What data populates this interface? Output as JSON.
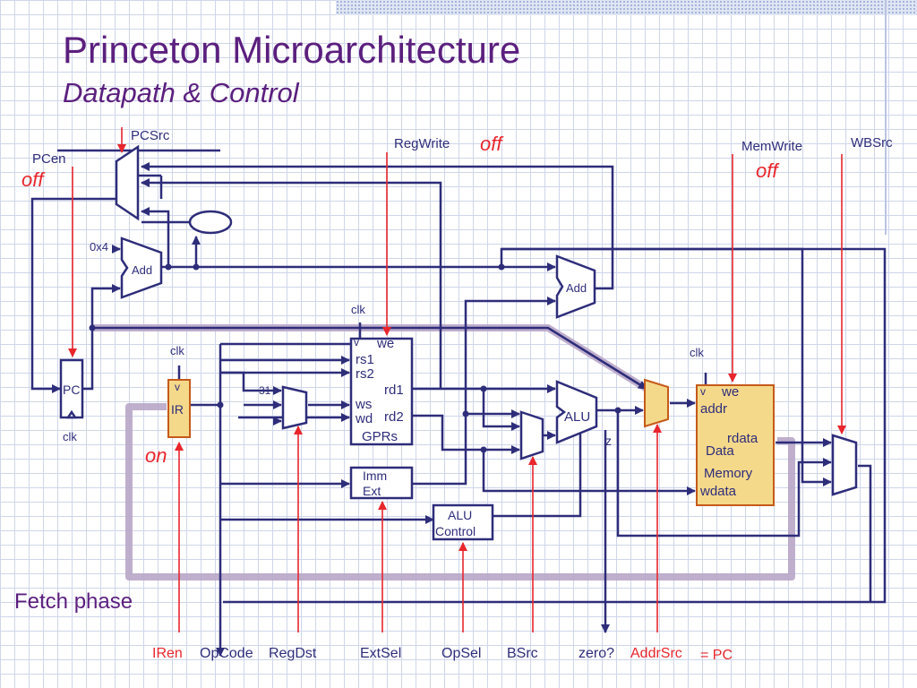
{
  "title": "Princeton Microarchitecture",
  "subtitle": "Datapath & Control",
  "phase_label": "Fetch phase",
  "colors": {
    "wire": "#2e2d7a",
    "control": "#e8262c",
    "highlight_block": "#f5d98a",
    "title": "#5b1f7e",
    "highlight_path": "#b8a6c8"
  },
  "signals": {
    "pcsrc": "PCSrc",
    "pcen": "PCen",
    "pcen_state": "off",
    "regwrite": "RegWrite",
    "regwrite_state": "off",
    "memwrite": "MemWrite",
    "memwrite_state": "off",
    "wbsrc": "WBSrc",
    "iren_state": "on"
  },
  "labels": {
    "const4": "0x4",
    "add": "Add",
    "add2": "Add",
    "pc": "PC",
    "ir": "IR",
    "ir_v": "v",
    "clk": "clk",
    "const31": "31",
    "we": "we",
    "rs1": "rs1",
    "rs2": "rs2",
    "ws": "ws",
    "wd": "wd",
    "rd1": "rd1",
    "rd2": "rd2",
    "gprs": "GPRs",
    "imm": "Imm",
    "ext": "Ext",
    "alu": "ALU",
    "z": "z",
    "alu_control_1": "ALU",
    "alu_control_2": "Control",
    "mem_we": "we",
    "addr": "addr",
    "rdata": "rdata",
    "data": "Data",
    "memory": "Memory",
    "wdata": "wdata",
    "clk_v": "v"
  },
  "bottom_labels": {
    "iren": "IRen",
    "opcode": "OpCode",
    "regdst": "RegDst",
    "extsel": "ExtSel",
    "opsel": "OpSel",
    "bsrc": "BSrc",
    "zero": "zero?",
    "addrsrc": "AddrSrc",
    "addrsrc_value": "= PC"
  }
}
